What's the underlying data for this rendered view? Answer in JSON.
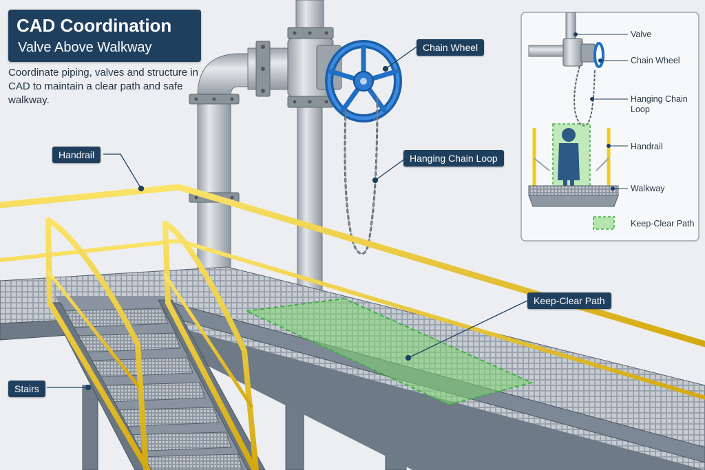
{
  "title": {
    "main": "CAD Coordination",
    "subtitle": "Valve Above Walkway"
  },
  "intro": "Coordinate piping, valves and structure in CAD to maintain a clear path and safe walkway.",
  "callouts": {
    "chain_wheel": "Chain Wheel",
    "hanging_chain_loop": "Hanging Chain Loop",
    "handrail": "Handrail",
    "keep_clear_path": "Keep-Clear Path",
    "stairs": "Stairs"
  },
  "inset": {
    "labels": {
      "valve": "Valve",
      "chain_wheel": "Chain Wheel",
      "hanging_chain_loop": "Hanging Chain Loop",
      "handrail": "Handrail",
      "walkway": "Walkway",
      "keep_clear_path": "Keep-Clear Path"
    }
  },
  "colors": {
    "handrail": "#f2cc1f",
    "valve_wheel": "#1f6fc4",
    "keep_clear": "#7ed66f",
    "callout_bg": "#1f3f5e",
    "steel": "#7f8b98",
    "pipe": "#c9cdd2"
  }
}
